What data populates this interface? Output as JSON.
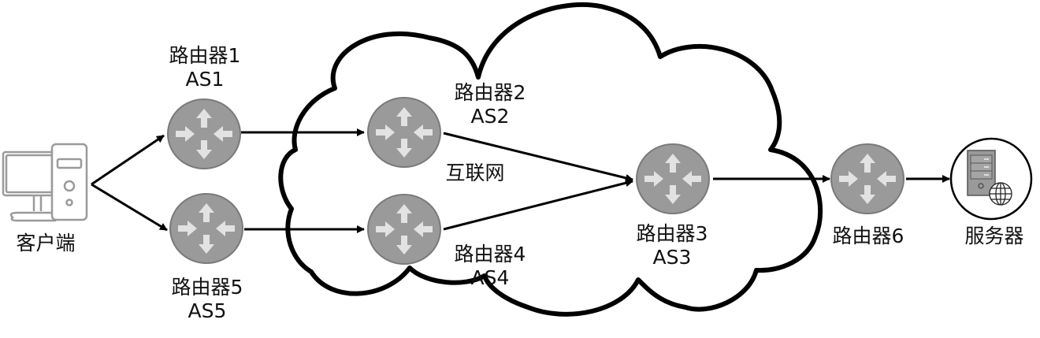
{
  "diagram": {
    "title": "",
    "colors": {
      "router_fill": "#9a9a9a",
      "router_stroke": "#7a7a7a",
      "router_arrow": "#e2e2e2",
      "line": "#000000",
      "device": "#9a9a9a"
    },
    "client": {
      "icon": "desktop-computer-icon",
      "label": "客户端"
    },
    "server": {
      "icon": "web-server-icon",
      "label": "服务器"
    },
    "cloud": {
      "icon": "cloud-icon",
      "label": "互联网"
    },
    "routers": [
      {
        "id": "r1",
        "name": "路由器1",
        "as": "AS1"
      },
      {
        "id": "r2",
        "name": "路由器2",
        "as": "AS2"
      },
      {
        "id": "r3",
        "name": "路由器3",
        "as": "AS3"
      },
      {
        "id": "r4",
        "name": "路由器4",
        "as": "AS4"
      },
      {
        "id": "r5",
        "name": "路由器5",
        "as": "AS5"
      },
      {
        "id": "r6",
        "name": "路由器6",
        "as": ""
      }
    ],
    "edges": [
      {
        "from": "client",
        "to": "r1"
      },
      {
        "from": "client",
        "to": "r5"
      },
      {
        "from": "r1",
        "to": "r2"
      },
      {
        "from": "r5",
        "to": "r4"
      },
      {
        "from": "r2",
        "to": "r3"
      },
      {
        "from": "r4",
        "to": "r3"
      },
      {
        "from": "r3",
        "to": "r6"
      },
      {
        "from": "r6",
        "to": "server"
      }
    ]
  }
}
